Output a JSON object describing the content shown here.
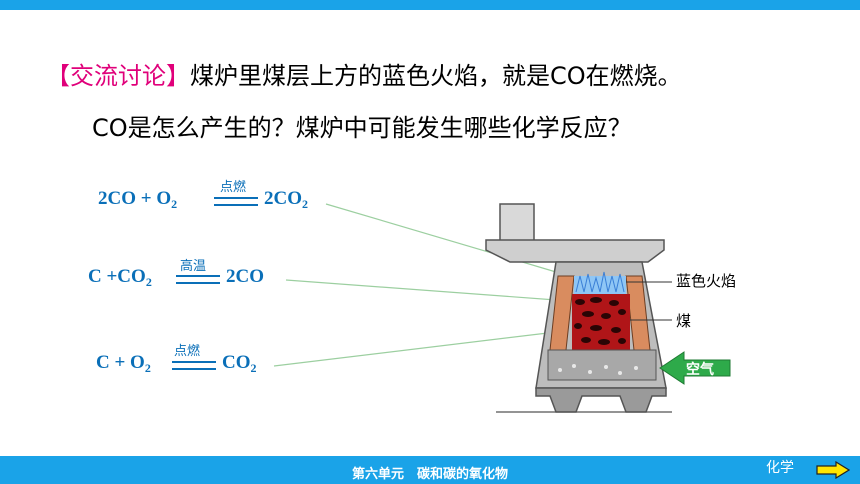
{
  "discussion": {
    "tag": "【交流讨论】",
    "statement": "煤炉里煤层上方的蓝色火焰，就是CO在燃烧。",
    "question": "CO是怎么产生的？煤炉中可能发生哪些化学反应？"
  },
  "equations": [
    {
      "left": "2CO + O",
      "left_sub": "2",
      "condition": "点燃",
      "right": "2CO",
      "right_sub": "2"
    },
    {
      "left": "C +CO",
      "left_sub": "2",
      "condition": "高温",
      "right": "2CO",
      "right_sub": ""
    },
    {
      "left": "C + O",
      "left_sub": "2",
      "condition": "点燃",
      "right": "CO",
      "right_sub": "2"
    }
  ],
  "diagram": {
    "label_flame": "蓝色火焰",
    "label_coal": "煤",
    "label_air": "空气",
    "colors": {
      "flame": "#7ab8f0",
      "coal": "#c0141c",
      "air": "#2eaa4a",
      "stove": "#8c8c8c"
    }
  },
  "footer": {
    "unit": "第六单元　碳和碳的氧化物",
    "subject": "化学"
  },
  "nav": {
    "icon": "arrow-right-icon"
  }
}
